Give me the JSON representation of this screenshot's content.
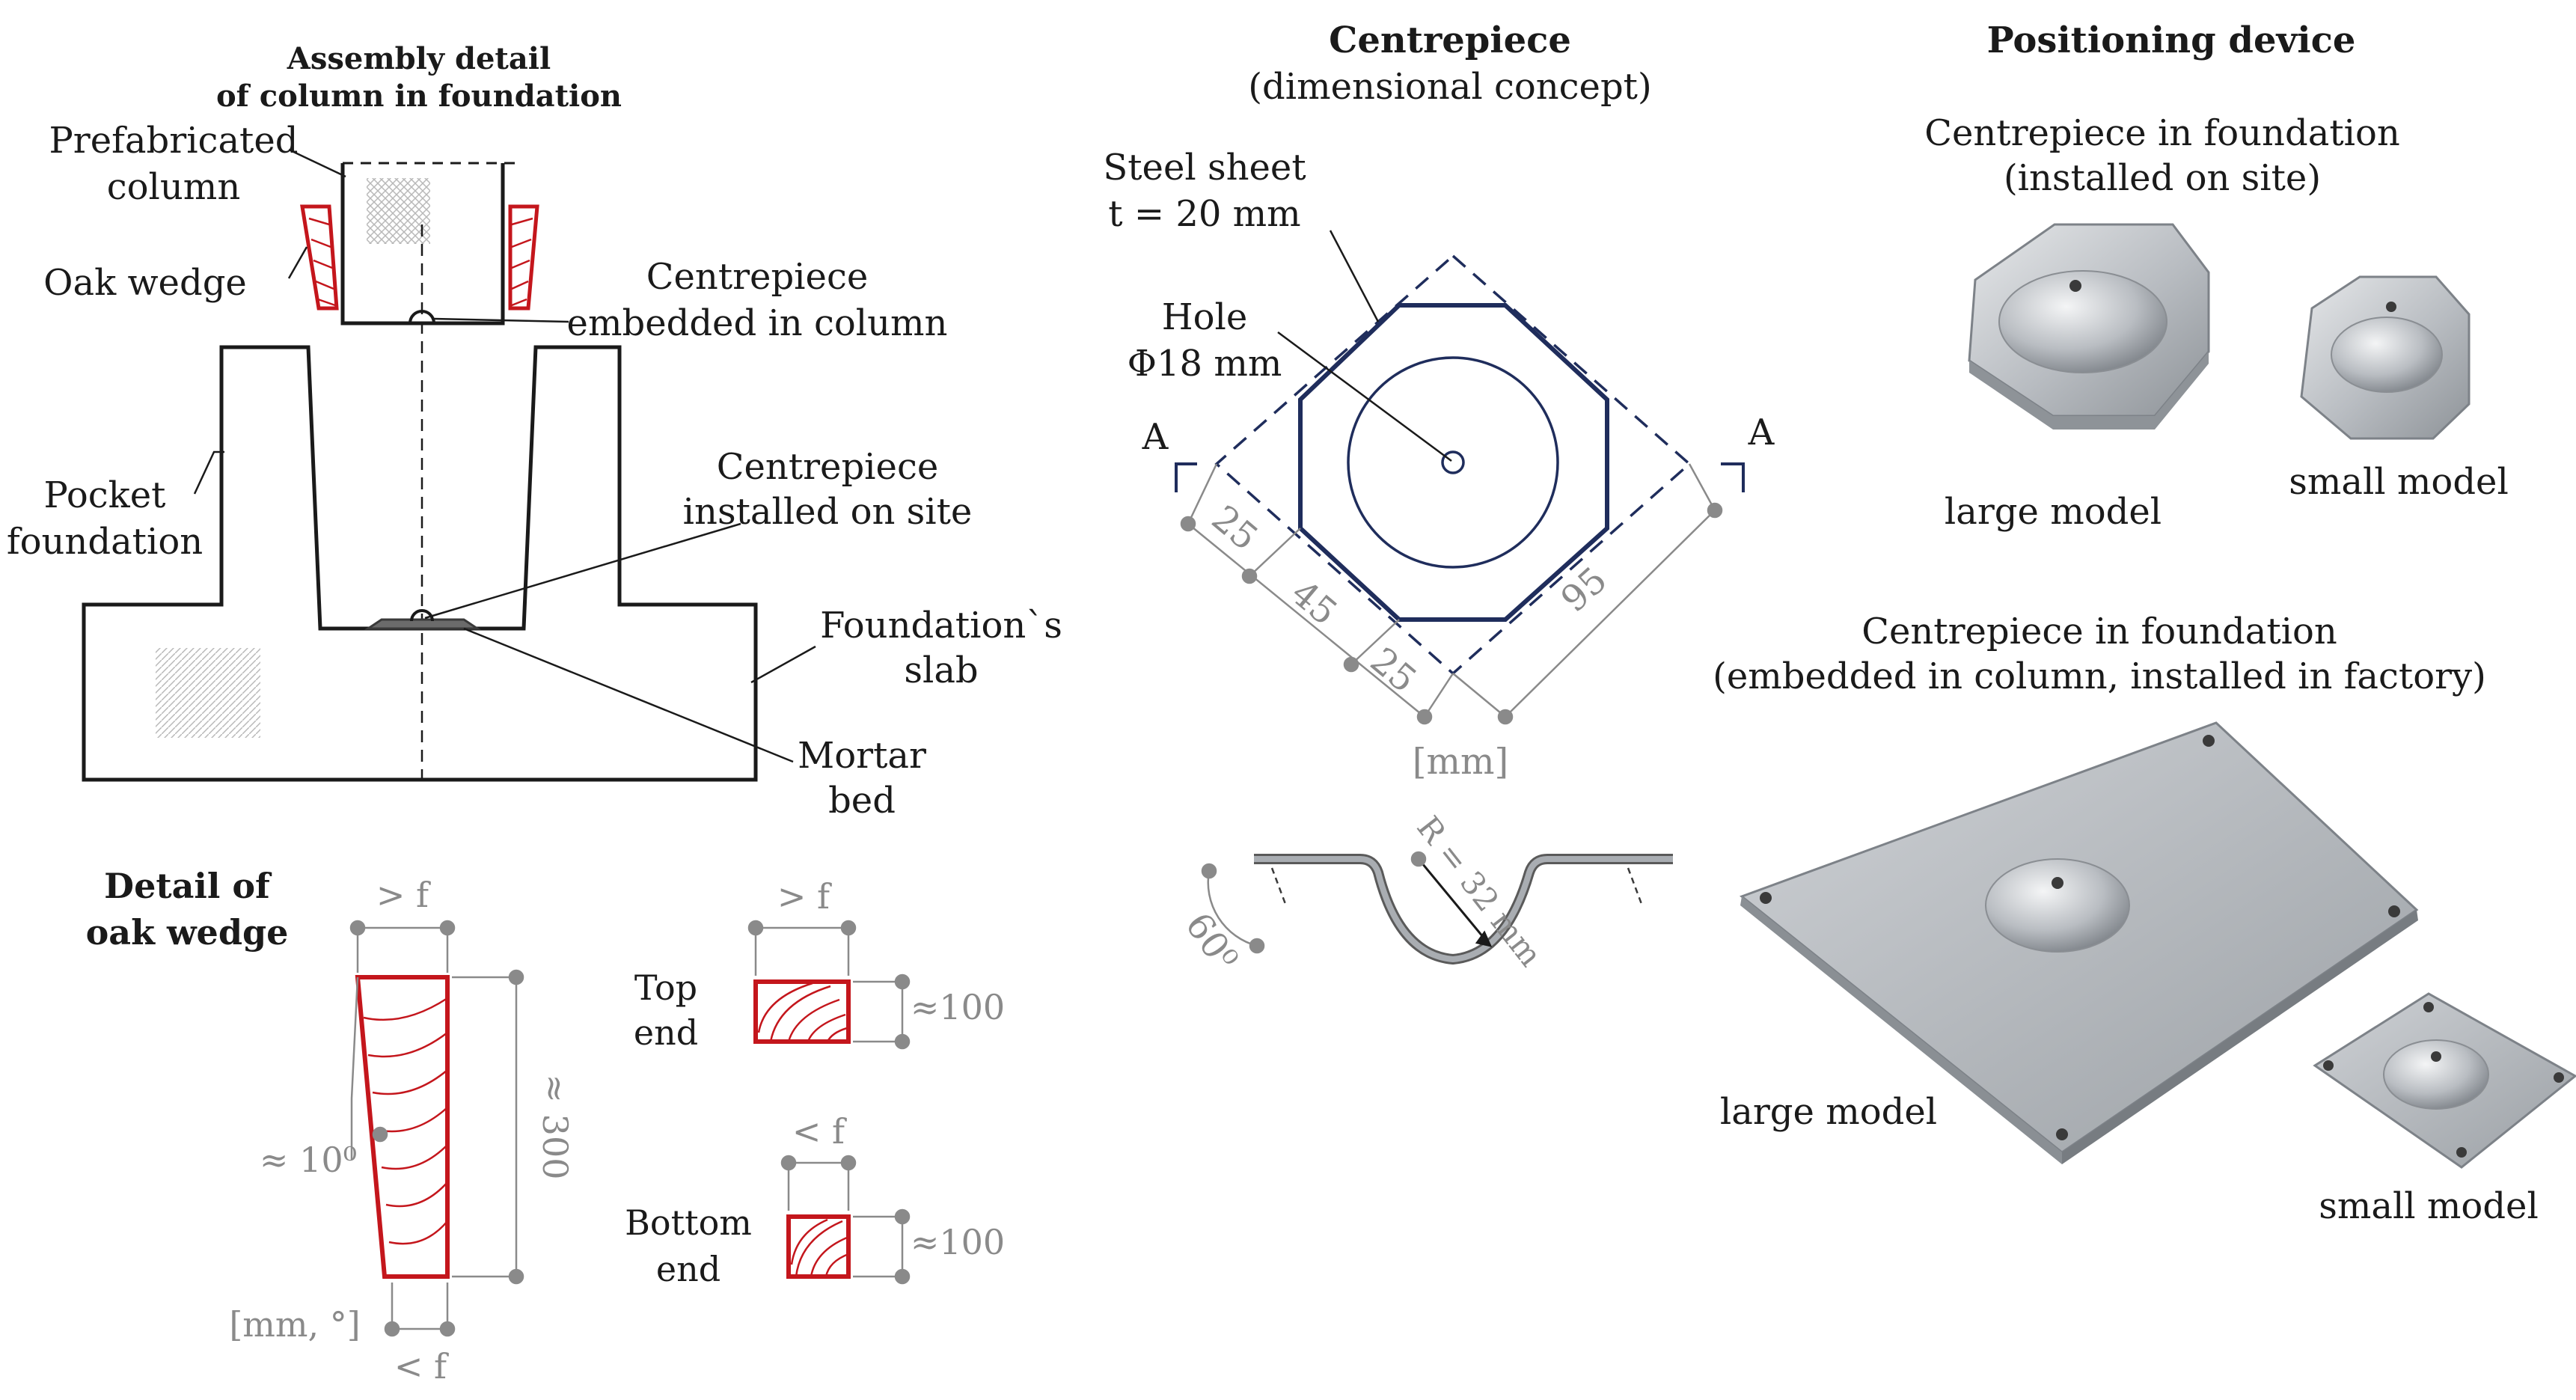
{
  "colors": {
    "ink": "#1a1a1a",
    "gray": "#8a8a8a",
    "wedge_red": "#c4161c",
    "navy": "#1f2d5c",
    "steel_light": "#d9dcdf",
    "steel_mid": "#a9adb2",
    "steel_dark": "#6f747a"
  },
  "assembly": {
    "title_1": "Assembly detail",
    "title_2": "of column in foundation",
    "label_prefab_1": "Prefabricated",
    "label_prefab_2": "column",
    "label_oak": "Oak wedge",
    "label_cp_col_1": "Centrepiece",
    "label_cp_col_2": "embedded in column",
    "label_cp_site_1": "Centrepiece",
    "label_cp_site_2": "installed on site",
    "label_pocket_1": "Pocket",
    "label_pocket_2": "foundation",
    "label_slab_1": "Foundation`s",
    "label_slab_2": "slab",
    "label_mortar_1": "Mortar",
    "label_mortar_2": "bed"
  },
  "wedge_detail": {
    "title_1": "Detail of",
    "title_2": "oak wedge",
    "dim_top": "> f",
    "dim_height": "≈ 300",
    "angle": "≈ 10⁰",
    "units": "[mm, °]",
    "dim_bottom": "< f",
    "top_end_1": "Top",
    "top_end_2": "end",
    "top_dim_w": "> f",
    "top_dim_h": "≈100",
    "bottom_end_1": "Bottom",
    "bottom_end_2": "end",
    "bottom_dim_w": "< f",
    "bottom_dim_h": "≈100"
  },
  "centrepiece": {
    "title": "Centrepiece",
    "subtitle": "(dimensional concept)",
    "steel_1": "Steel sheet",
    "steel_2": "t = 20 mm",
    "hole_1": "Hole",
    "hole_2": "Φ18 mm",
    "section_a_left": "A",
    "section_a_right": "A",
    "dim_25a": "25",
    "dim_45": "45",
    "dim_25b": "25",
    "dim_95": "95",
    "units": "[mm]",
    "section_radius": "R = 32 mm",
    "section_angle": "60⁰"
  },
  "positioning": {
    "title": "Positioning device",
    "site_title_1": "Centrepiece in  foundation",
    "site_title_2": "(installed on site)",
    "site_large": "large model",
    "site_small": "small model",
    "factory_title_1": "Centrepiece in foundation",
    "factory_title_2": "(embedded in column, installed in factory)",
    "factory_large": "large model",
    "factory_small": "small model"
  }
}
